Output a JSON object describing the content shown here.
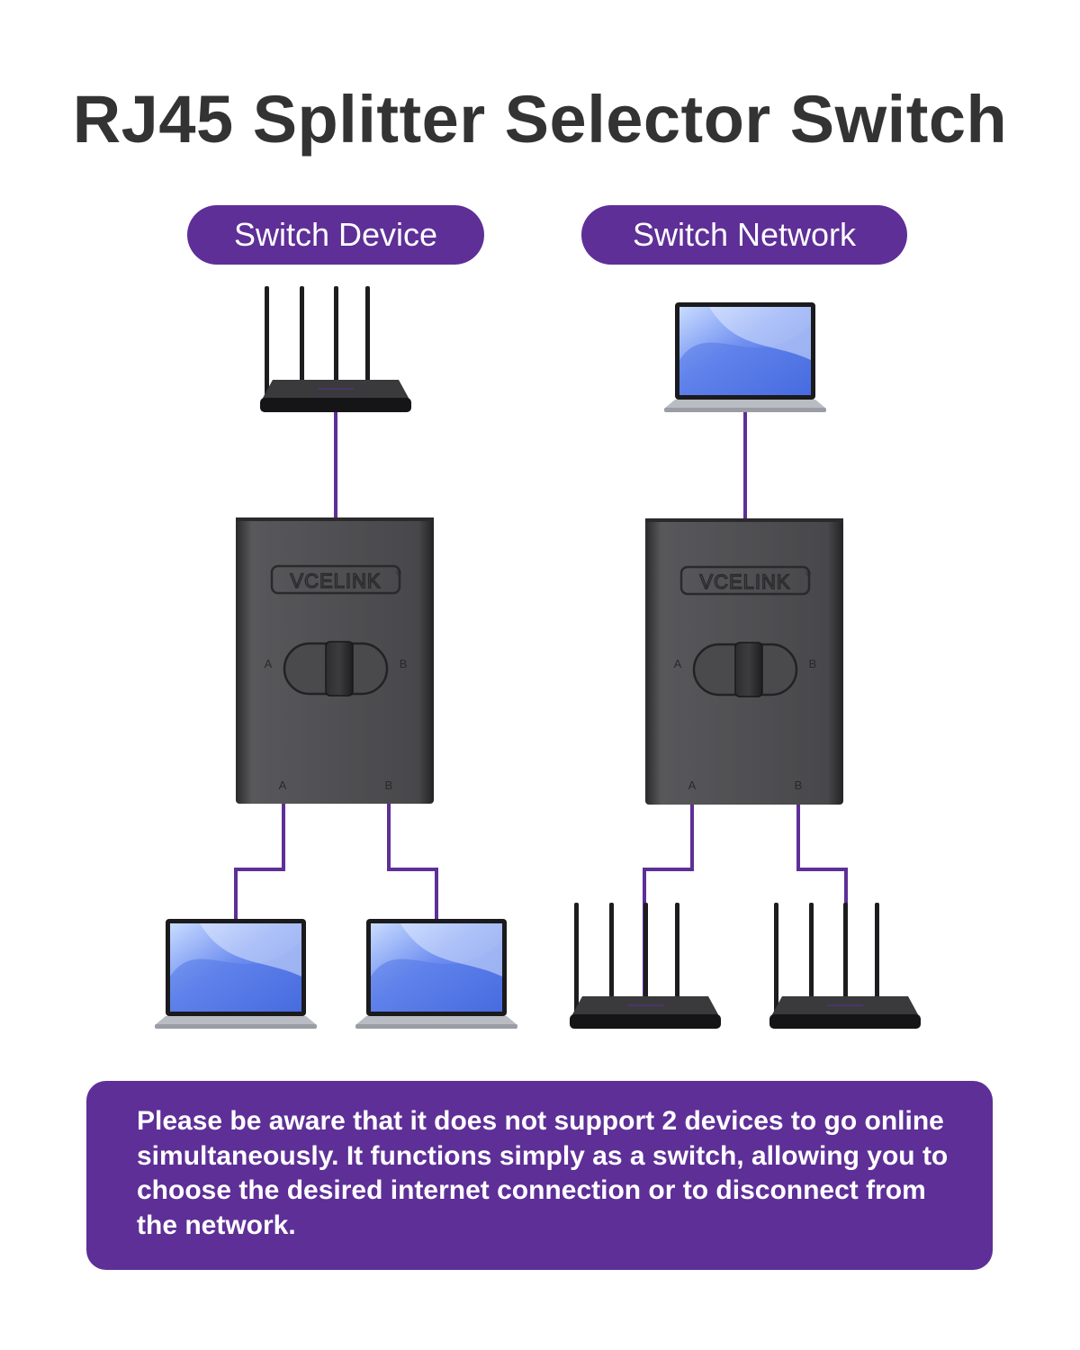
{
  "title": "RJ45 Splitter Selector Switch",
  "labels": {
    "left": "Switch Device",
    "right": "Switch Network"
  },
  "device": {
    "brand": "VCELINK",
    "trademark": "®",
    "port_a": "A",
    "port_b": "B"
  },
  "note": "Please be aware that it does not support 2 devices to go online simultaneously. It functions simply as a switch, allowing you to choose the desired internet connection or to disconnect from the network.",
  "colors": {
    "accent": "#5e2f97",
    "line": "#5e2f97",
    "title": "#333333"
  },
  "icons": [
    "router-icon",
    "laptop-icon",
    "selector-switch-icon"
  ]
}
